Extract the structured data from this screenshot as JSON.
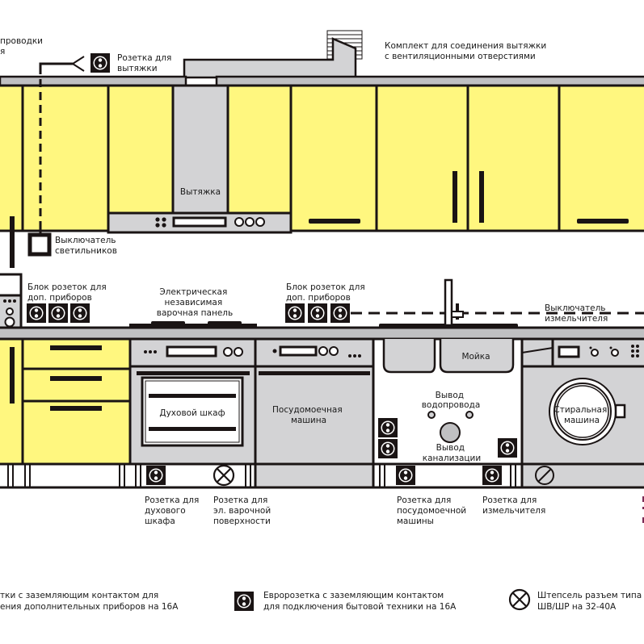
{
  "labels": {
    "wiring": [
      "проводки",
      "я"
    ],
    "hood_socket": [
      "Розетка для",
      "вытяжки"
    ],
    "hood_kit": [
      "Комплект для соединения вытяжки",
      "с вентиляционными отверстиями"
    ],
    "hood": "Вытяжка",
    "light_switch": [
      "Выключатель",
      "светильников"
    ],
    "socket_block_left": [
      "Блок розеток для",
      "доп. приборов"
    ],
    "hob": [
      "Электрическая",
      "независимая",
      "варочная панель"
    ],
    "socket_block_right": [
      "Блок розеток для",
      "доп. приборов"
    ],
    "grinder_switch": [
      "Выключатель",
      "измельчителя"
    ],
    "oven": "Духовой шкаф",
    "dishwasher": [
      "Посудомоечная",
      "машина"
    ],
    "sink": "Мойка",
    "water_outlet": [
      "Вывод",
      "водопровода"
    ],
    "sewer_outlet": [
      "Вывод",
      "канализации"
    ],
    "washer": [
      "Стиральная",
      "машина"
    ],
    "oven_socket": [
      "Розетка для",
      "духового",
      "шкафа"
    ],
    "hob_socket": [
      "Розетка для",
      "эл. варочной",
      "поверхности"
    ],
    "dishwasher_socket": [
      "Розетка для",
      "посудомоечной",
      "машины"
    ],
    "grinder_socket": [
      "Розетка для",
      "измельчителя"
    ]
  },
  "legend": [
    {
      "icon": "socket-group-icon",
      "lines": [
        "тки с заземляющим контактом для",
        "ения дополнительных приборов на 16А"
      ]
    },
    {
      "icon": "euro-socket-icon",
      "lines": [
        "Евророзетка с заземляющим контактом",
        "для подключения бытовой техники на 16А"
      ]
    },
    {
      "icon": "plug-connector-icon",
      "lines": [
        "Штепсель разъем типа",
        "ШВ/ШР на 32-40А"
      ]
    }
  ],
  "colors": {
    "cabinet": "#fff77f",
    "appliance": "#d3d3d5",
    "counter": "#c0c0c2",
    "line": "#1a1414"
  }
}
